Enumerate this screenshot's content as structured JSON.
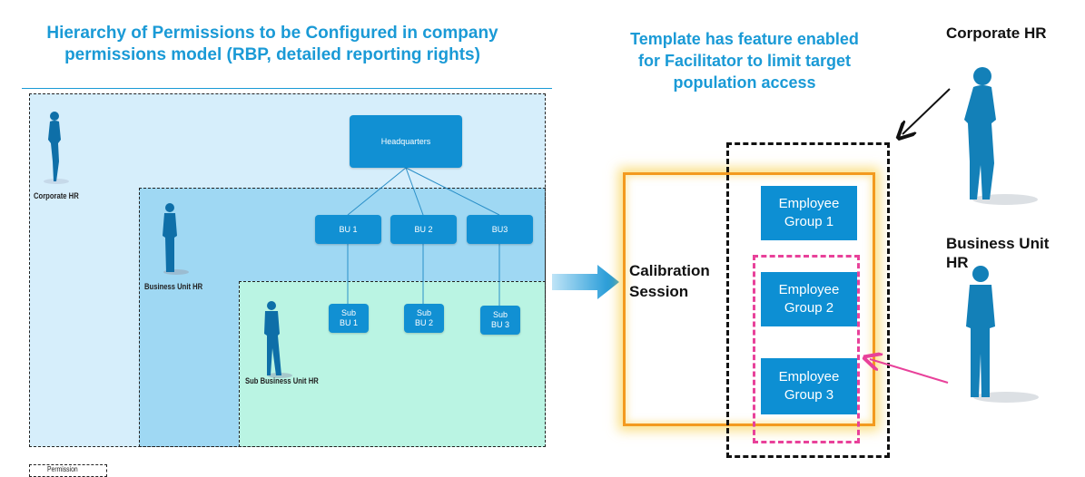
{
  "left_title": "Hierarchy of Permissions to be Configured in company permissions model (RBP, detailed reporting rights)",
  "left_diagram": {
    "headquarters": "Headquarters",
    "business_units": [
      "BU 1",
      "BU 2",
      "BU3"
    ],
    "sub_units": [
      "Sub\nBU 1",
      "Sub\nBU 2",
      "Sub\nBU 3"
    ],
    "roles": {
      "corporate_hr": "Corporate HR",
      "business_unit_hr": "Business Unit HR",
      "sub_business_unit_hr": "Sub Business Unit HR"
    },
    "legend_partial": "Permission",
    "colors": {
      "outer": "#d6eefb",
      "middle": "#9fd8f3",
      "inner": "#baf4e3",
      "node": "#1190d3"
    }
  },
  "right_title": "Template has feature enabled for Facilitator to limit target population access",
  "right_diagram": {
    "calibration_session": "Calibration Session",
    "employee_groups": [
      "Employee\nGroup 1",
      "Employee\nGroup 2",
      "Employee\nGroup 3"
    ],
    "corporate_hr": "Corporate HR",
    "business_unit_hr": "Business Unit HR",
    "colors": {
      "session_border": "#f39a1f",
      "group": "#0d8fd3",
      "pink": "#e8419a"
    }
  }
}
